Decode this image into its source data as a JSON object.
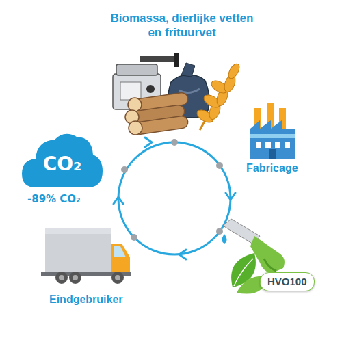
{
  "diagram": {
    "nodes": [
      {
        "text": [
          "CO₂"
        ]
      },
      {
        "text": [
          "HVO100"
        ]
      }
    ],
    "labels": [
      "Biomassa, dierlijke vetten en frituurvet",
      "Fabricage",
      "-89% CO₂",
      "Eindgebruiker"
    ]
  }
}
